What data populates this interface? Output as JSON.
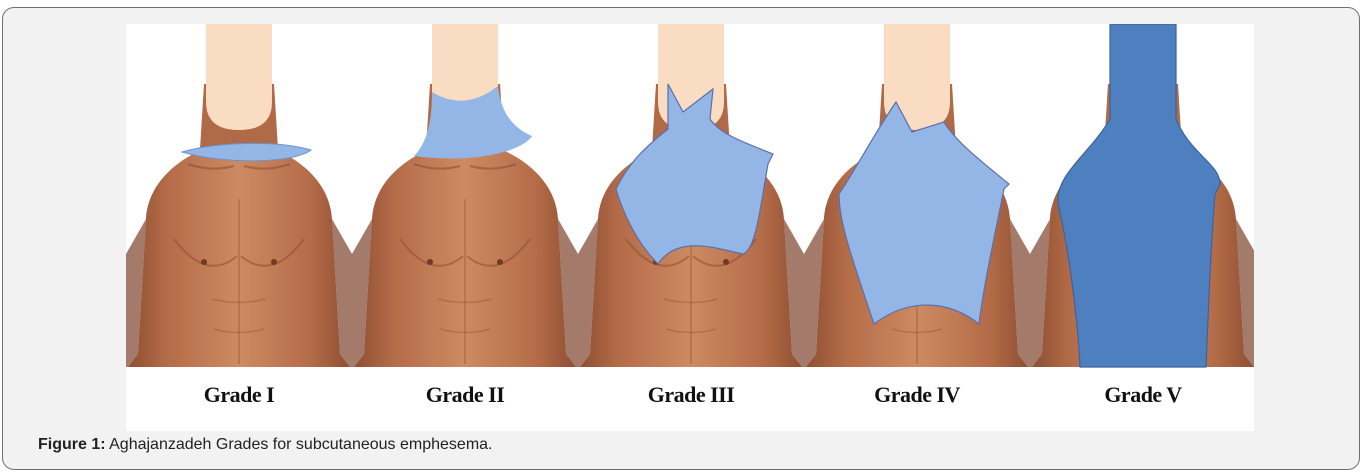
{
  "figure": {
    "caption_label": "Figure 1:",
    "caption_text": " Aghajanzadeh Grades for subcutaneous emphesema.",
    "grades": [
      {
        "label": "Grade I"
      },
      {
        "label": "Grade II"
      },
      {
        "label": "Grade III"
      },
      {
        "label": "Grade IV"
      },
      {
        "label": "Grade V"
      }
    ],
    "colors": {
      "emphysema_light": "#93b6e6",
      "emphysema_dark": "#4e7fbf",
      "skin": "#c27d58",
      "skin_shadow": "#8e4f33",
      "face": "#f9dcc1"
    }
  }
}
